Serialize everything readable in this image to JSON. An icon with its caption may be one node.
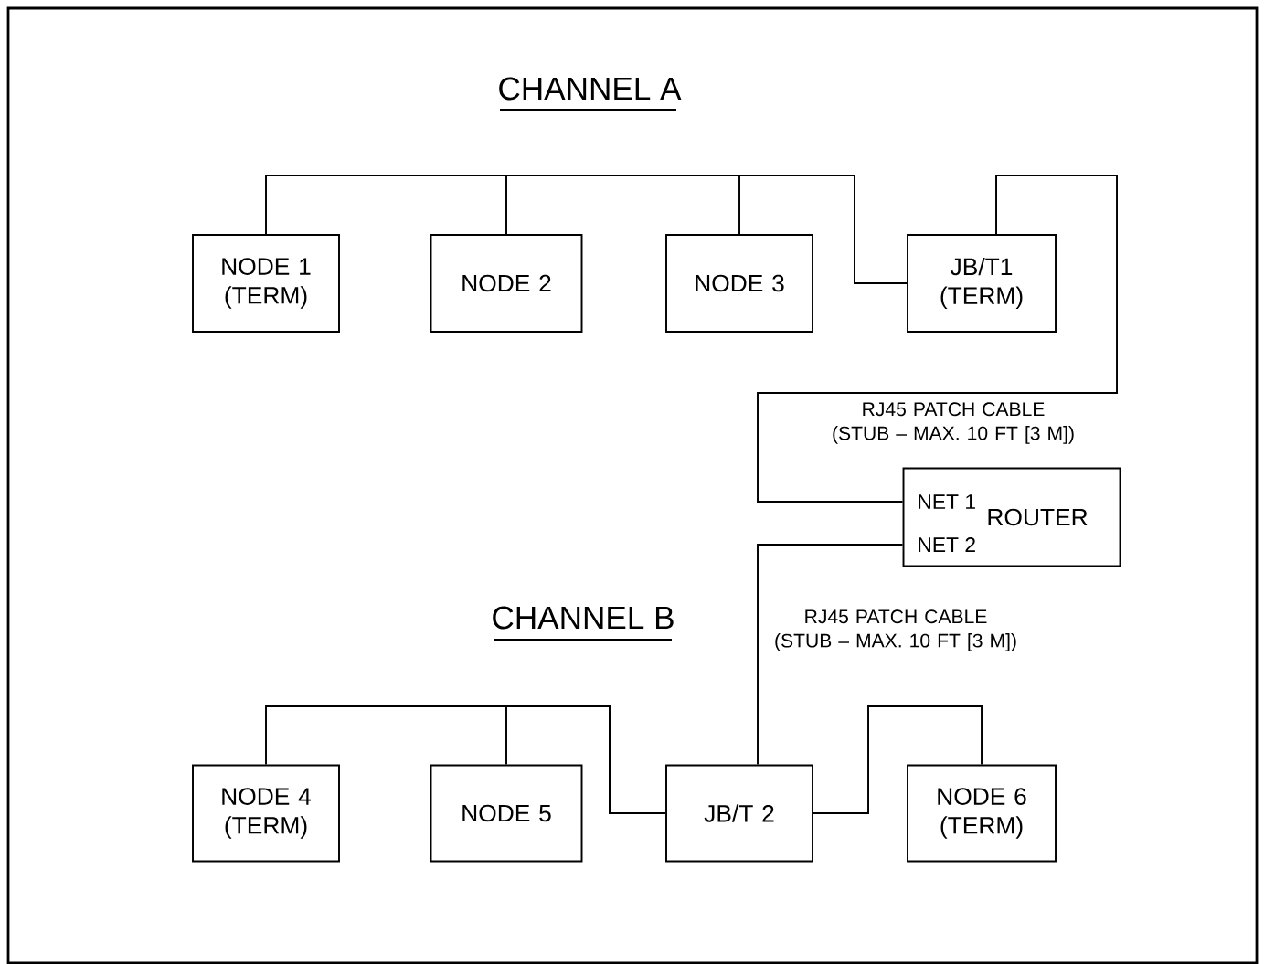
{
  "diagram": {
    "nodes": [
      {
        "text": [
          "NODE 1 (TERM)"
        ]
      },
      {
        "text": [
          "NODE 2"
        ]
      },
      {
        "text": [
          "NODE 3"
        ]
      },
      {
        "text": [
          "JB/T1 (TERM)"
        ]
      },
      {
        "text": [
          "ROUTER",
          "NET 1",
          "NET 2"
        ]
      },
      {
        "text": [
          "NODE 4 (TERM)"
        ]
      },
      {
        "text": [
          "NODE 5"
        ]
      },
      {
        "text": [
          "JB/T 2"
        ]
      },
      {
        "text": [
          "NODE 6 (TERM)"
        ]
      }
    ],
    "edges": [
      {
        "from": 0,
        "to": 3,
        "arrow": "none"
      },
      {
        "from": 1,
        "to": 3,
        "arrow": "none"
      },
      {
        "from": 2,
        "to": 3,
        "arrow": "none"
      },
      {
        "from": 3,
        "to": 4,
        "arrow": "none",
        "label": "RJ45 PATCH CABLE (STUB – MAX. 10 FT [3 M])"
      },
      {
        "from": 7,
        "to": 4,
        "arrow": "none",
        "label": "RJ45 PATCH CABLE (STUB – MAX. 10 FT [3 M])"
      },
      {
        "from": 5,
        "to": 7,
        "arrow": "none"
      },
      {
        "from": 6,
        "to": 7,
        "arrow": "none"
      },
      {
        "from": 7,
        "to": 8,
        "arrow": "none"
      }
    ],
    "labels": [
      "CHANNEL A",
      "CHANNEL B"
    ]
  }
}
